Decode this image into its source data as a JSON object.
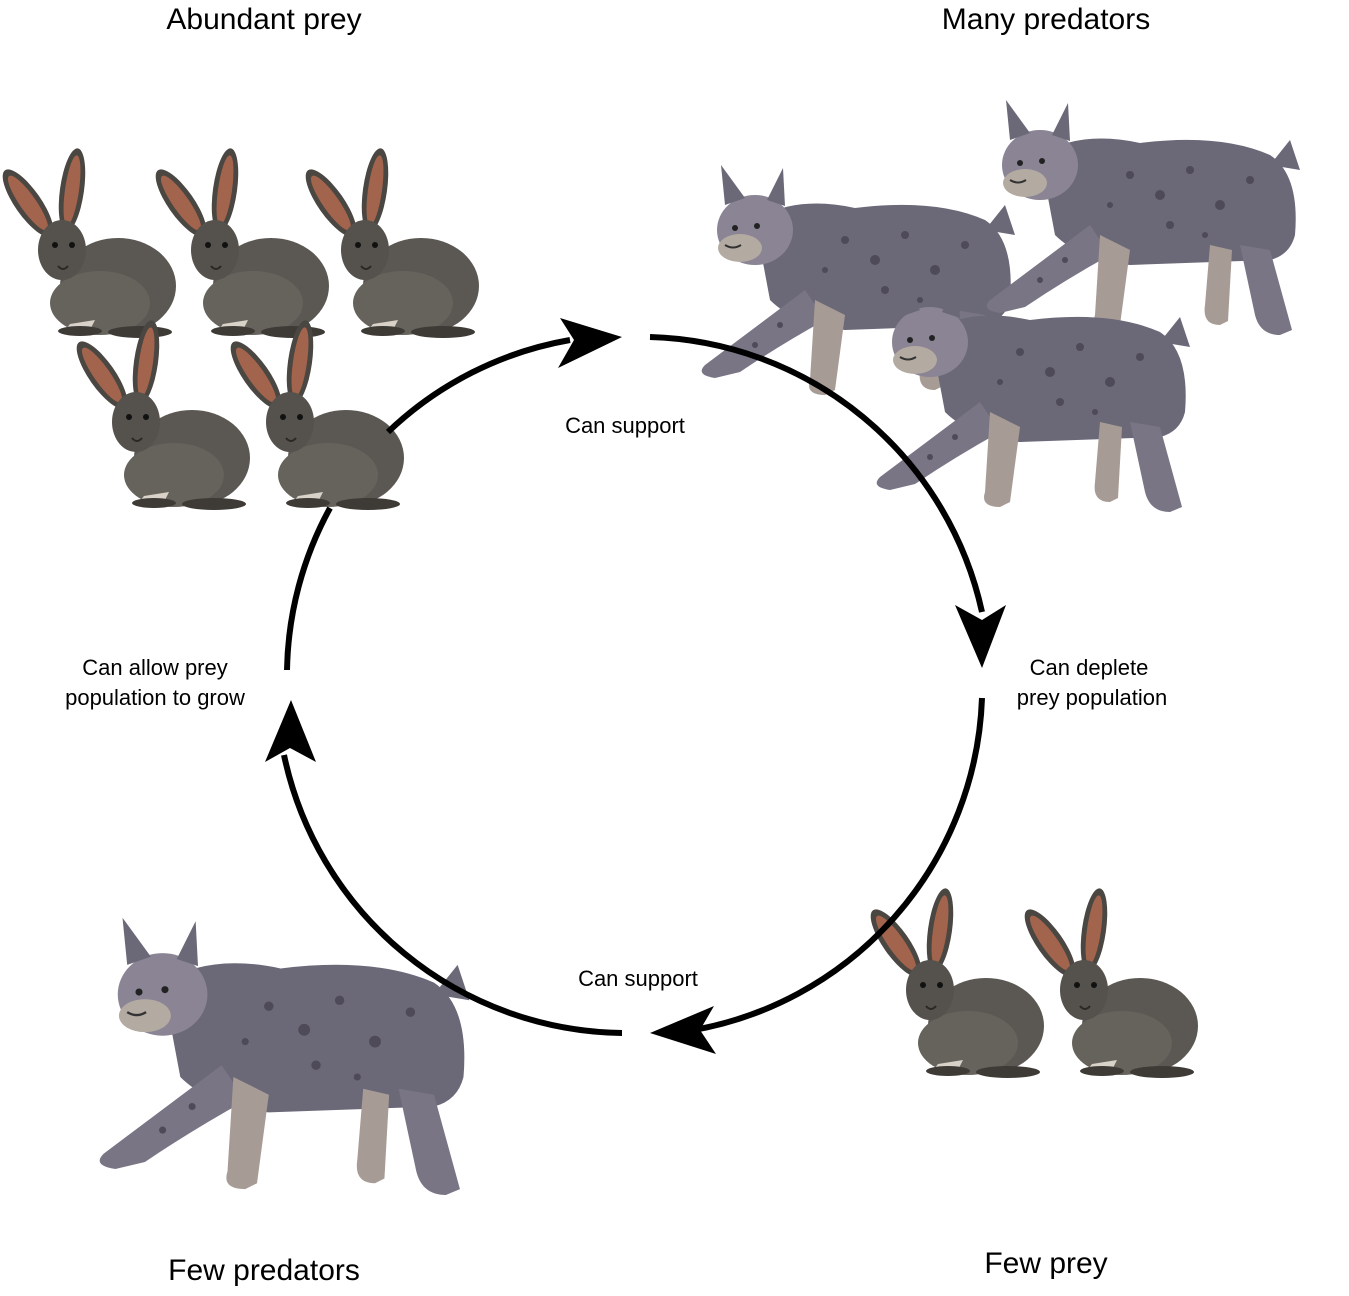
{
  "stages": {
    "abundant_prey": "Abundant prey",
    "many_predators": "Many predators",
    "few_prey": "Few prey",
    "few_predators": "Few predators"
  },
  "transitions": {
    "top": "Can support",
    "right_line1": "Can deplete",
    "right_line2": "prey population",
    "bottom": "Can support",
    "left_line1": "Can allow prey",
    "left_line2": "population to grow"
  },
  "animals": {
    "prey": "hare-icon",
    "predator": "lynx-icon"
  },
  "colors": {
    "lynx_body": "#6b6878",
    "lynx_light": "#a79c95",
    "hare_body": "#5b5853",
    "hare_ear": "#a2644c"
  }
}
